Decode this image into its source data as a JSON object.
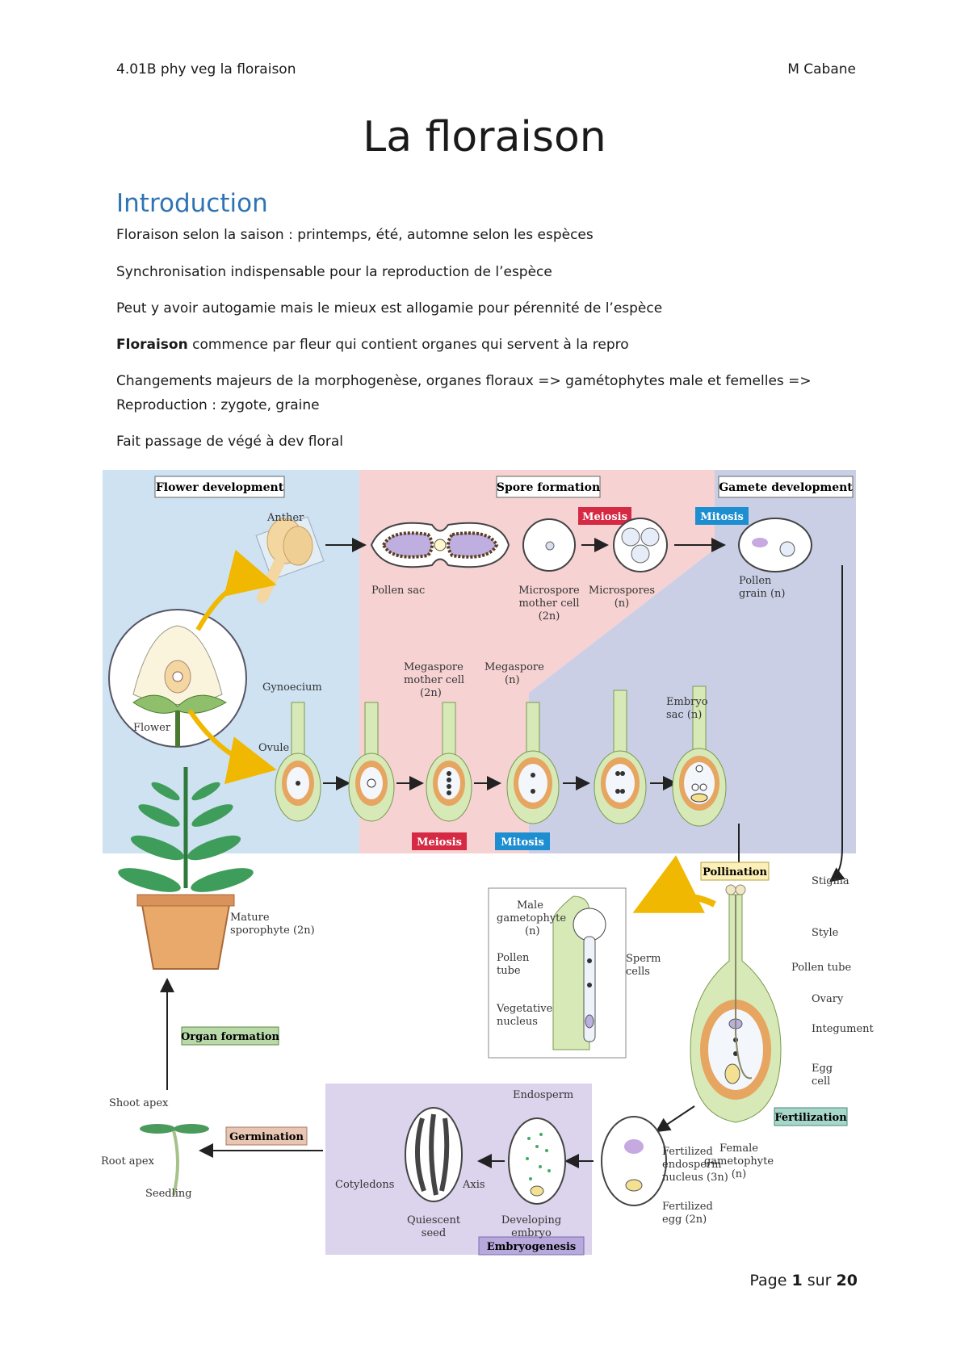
{
  "header": {
    "left": "4.01B phy veg la floraison",
    "right": "M Cabane"
  },
  "title": "La floraison",
  "section": "Introduction",
  "paragraphs": [
    {
      "bold": "",
      "text": "Floraison selon la saison : printemps, été, automne selon les espèces"
    },
    {
      "bold": "",
      "text": "Synchronisation indispensable pour la reproduction de l’espèce"
    },
    {
      "bold": "",
      "text": "Peut y avoir autogamie mais le mieux est allogamie pour pérennité de l’espèce"
    },
    {
      "bold": "Floraison",
      "text": " commence par fleur qui contient organes qui servent à la repro"
    },
    {
      "bold": "",
      "text": "Changements majeurs de la morphogenèse, organes floraux => gamétophytes male et femelles  =>"
    },
    {
      "bold": "",
      "text": "Reproduction : zygote, graine"
    },
    {
      "bold": "",
      "text": "Fait passage de végé à dev floral"
    }
  ],
  "figure": {
    "sections": {
      "flower": "Flower development",
      "spore": "Spore formation",
      "gamete": "Gamete development"
    },
    "badges": {
      "meiosis": "Meiosis",
      "mitosis": "Mitosis",
      "pollination": "Pollination",
      "organ": "Organ formation",
      "germination": "Germination",
      "fertilization": "Fertilization",
      "embryogenesis": "Embryogenesis"
    },
    "labels": {
      "anther": "Anther",
      "pollen_sac": "Pollen sac",
      "mmc": [
        "Microspore",
        "mother cell",
        "(2n)"
      ],
      "microspores": [
        "Microspores",
        "(n)"
      ],
      "pollen_grain": [
        "Pollen",
        "grain (n)"
      ],
      "flower": "Flower",
      "gynoecium": "Gynoecium",
      "ovule": "Ovule",
      "megmc": [
        "Megaspore",
        "mother cell",
        "(2n)"
      ],
      "megaspore": [
        "Megaspore",
        "(n)"
      ],
      "embryo_sac": [
        "Embryo",
        "sac (n)"
      ],
      "mature": [
        "Mature",
        "sporophyte (2n)"
      ],
      "male_gam": [
        "Male",
        "gametophyte",
        "(n)"
      ],
      "pollen_tube_inset": [
        "Pollen",
        "tube"
      ],
      "sperm": [
        "Sperm",
        "cells"
      ],
      "veg": [
        "Vegetative",
        "nucleus"
      ],
      "stigma": "Stigma",
      "style": "Style",
      "pollen_tube": "Pollen tube",
      "ovary": "Ovary",
      "integument": "Integument",
      "egg": [
        "Egg",
        "cell"
      ],
      "female": [
        "Female",
        "gametophyte",
        "(n)"
      ],
      "fert_endo": [
        "Fertilized",
        "endosperm",
        "nucleus (3n)"
      ],
      "fert_egg": [
        "Fertilized",
        "egg (2n)"
      ],
      "endosperm": "Endosperm",
      "dev_embryo": [
        "Developing",
        "embryo"
      ],
      "axis": "Axis",
      "cotyledons": "Cotyledons",
      "quiescent": [
        "Quiescent",
        "seed"
      ],
      "shoot_apex": "Shoot apex",
      "root_apex": "Root apex",
      "seedling": "Seedling"
    }
  },
  "footer": {
    "prefix": "Page ",
    "page": "1",
    "mid": " sur ",
    "total": "20"
  }
}
